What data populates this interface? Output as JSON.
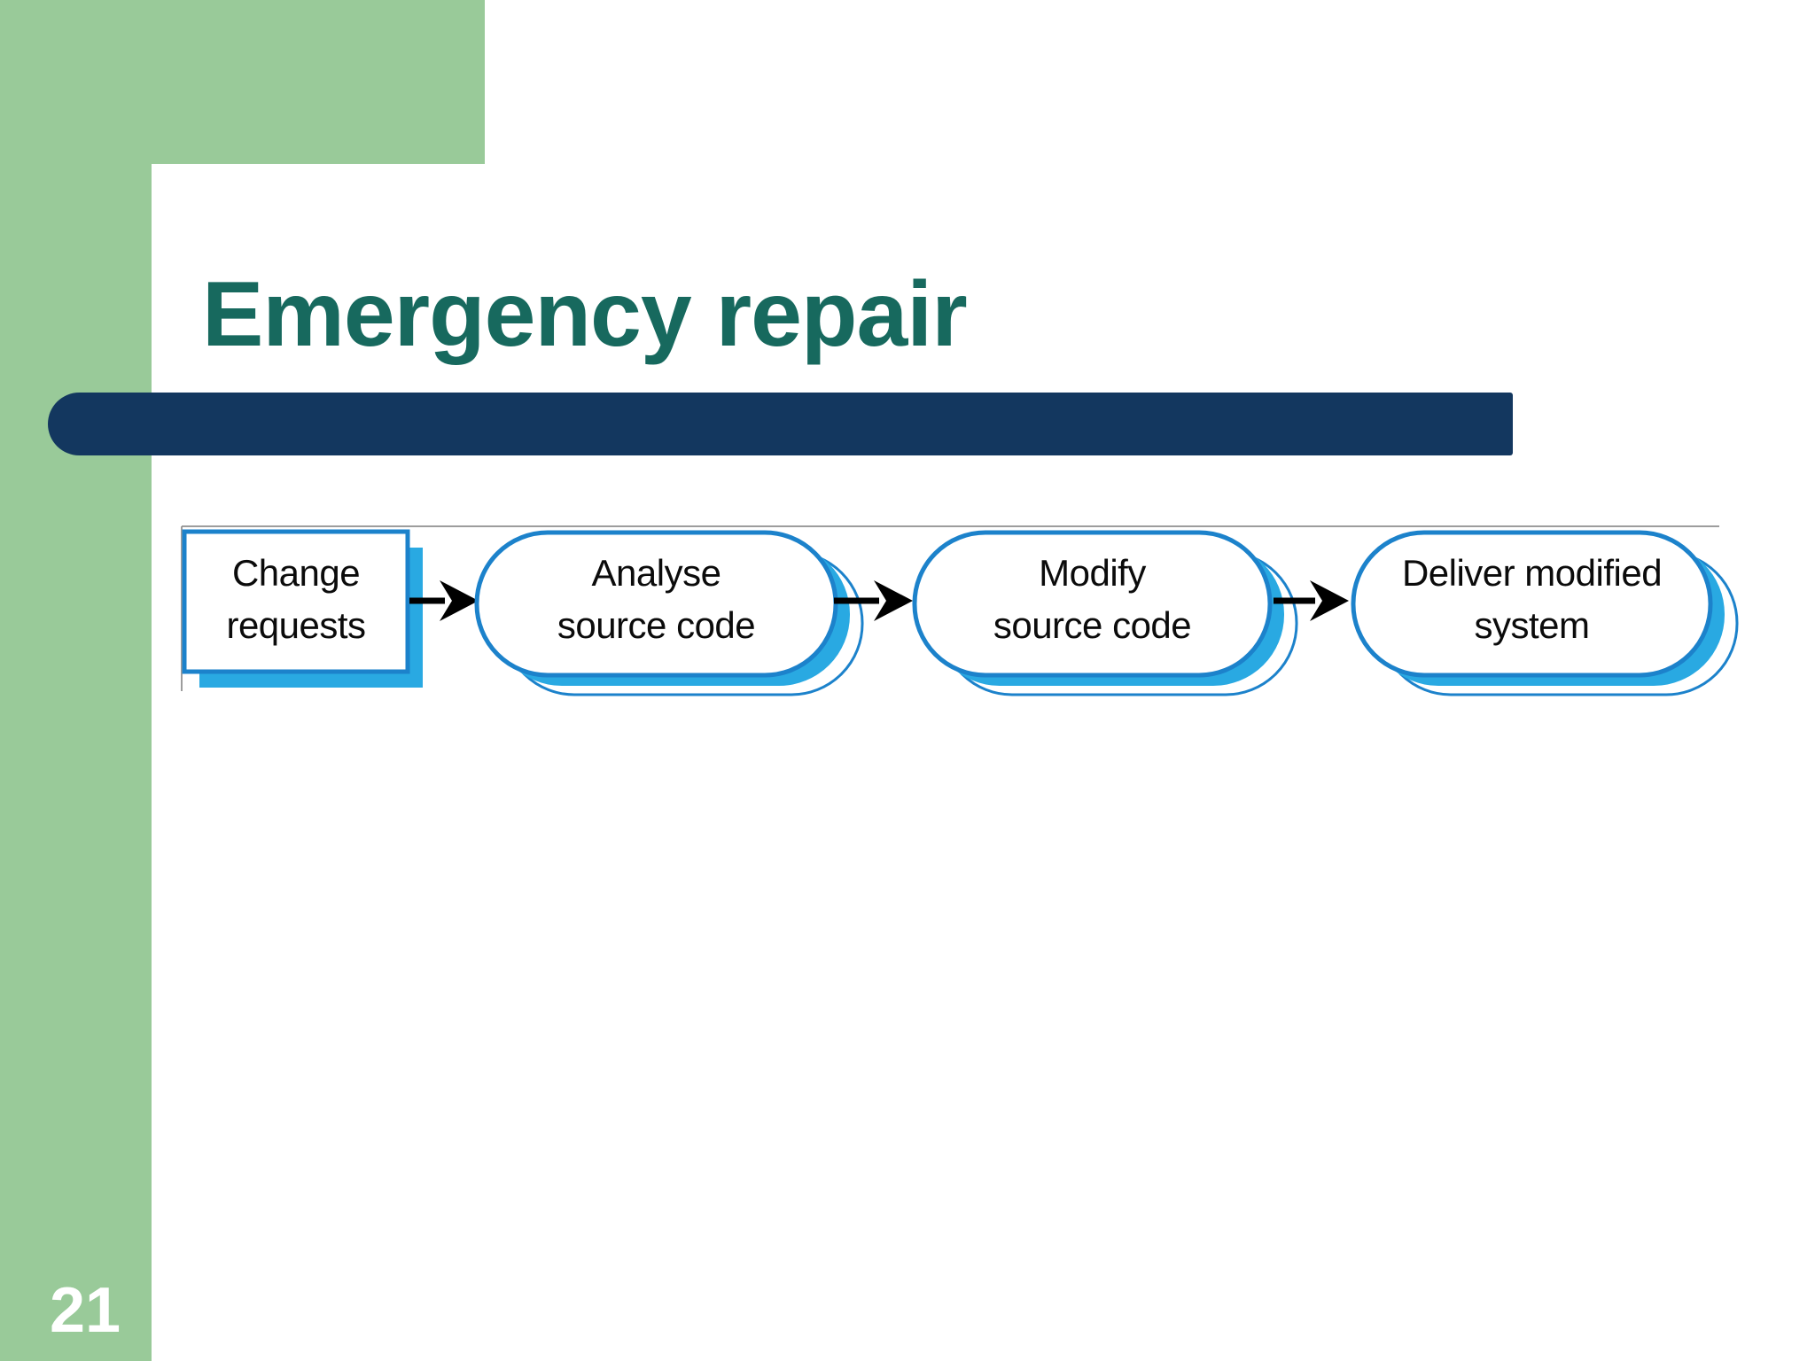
{
  "slide": {
    "title": "Emergency repair",
    "page_number": "21"
  },
  "colors": {
    "frame_green": "#99CA99",
    "title_teal": "#17695E",
    "underline_navy": "#13375F",
    "node_border_blue": "#1C82CB",
    "node_shadow_cyan": "#29A9E2",
    "arrow_black": "#000000",
    "figure_hairline_gray": "#8C8C8C",
    "node_text_black": "#0b0b0b",
    "page_number_white": "#FFFFFF"
  },
  "diagram": {
    "description": "Emergency repair process flow",
    "nodes": [
      {
        "id": "change-requests",
        "shape": "rectangle",
        "line1": "Change",
        "line2": "requests"
      },
      {
        "id": "analyse-source-code",
        "shape": "stadium",
        "line1": "Analyse",
        "line2": "source code"
      },
      {
        "id": "modify-source-code",
        "shape": "stadium",
        "line1": "Modify",
        "line2": "source code"
      },
      {
        "id": "deliver-modified-system",
        "shape": "stadium",
        "line1": "Deliver modified",
        "line2": "system"
      }
    ],
    "connections": [
      {
        "from": "change-requests",
        "to": "analyse-source-code"
      },
      {
        "from": "analyse-source-code",
        "to": "modify-source-code"
      },
      {
        "from": "modify-source-code",
        "to": "deliver-modified-system"
      }
    ]
  }
}
